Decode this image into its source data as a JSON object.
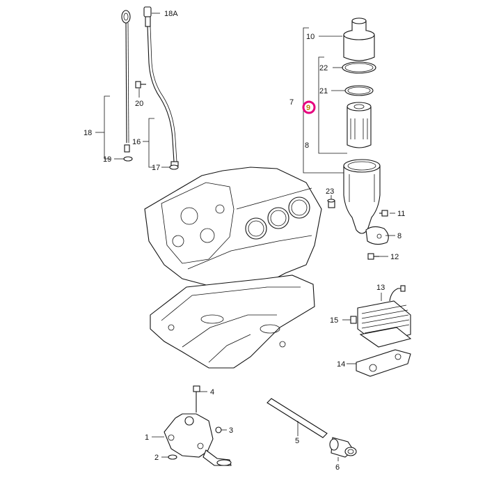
{
  "diagram": {
    "highlight_color": "#e6007e",
    "callouts": {
      "c1": "1",
      "c2": "2",
      "c3": "3",
      "c4": "4",
      "c5": "5",
      "c6": "6",
      "c7": "7",
      "c8a": "8",
      "c8b": "8",
      "c9": "9",
      "c10": "10",
      "c11": "11",
      "c12": "12",
      "c13": "13",
      "c14": "14",
      "c15": "15",
      "c16": "16",
      "c17": "17",
      "c18": "18",
      "c18a": "18A",
      "c19": "19",
      "c20": "20",
      "c21": "21",
      "c22": "22",
      "c23": "23"
    }
  }
}
